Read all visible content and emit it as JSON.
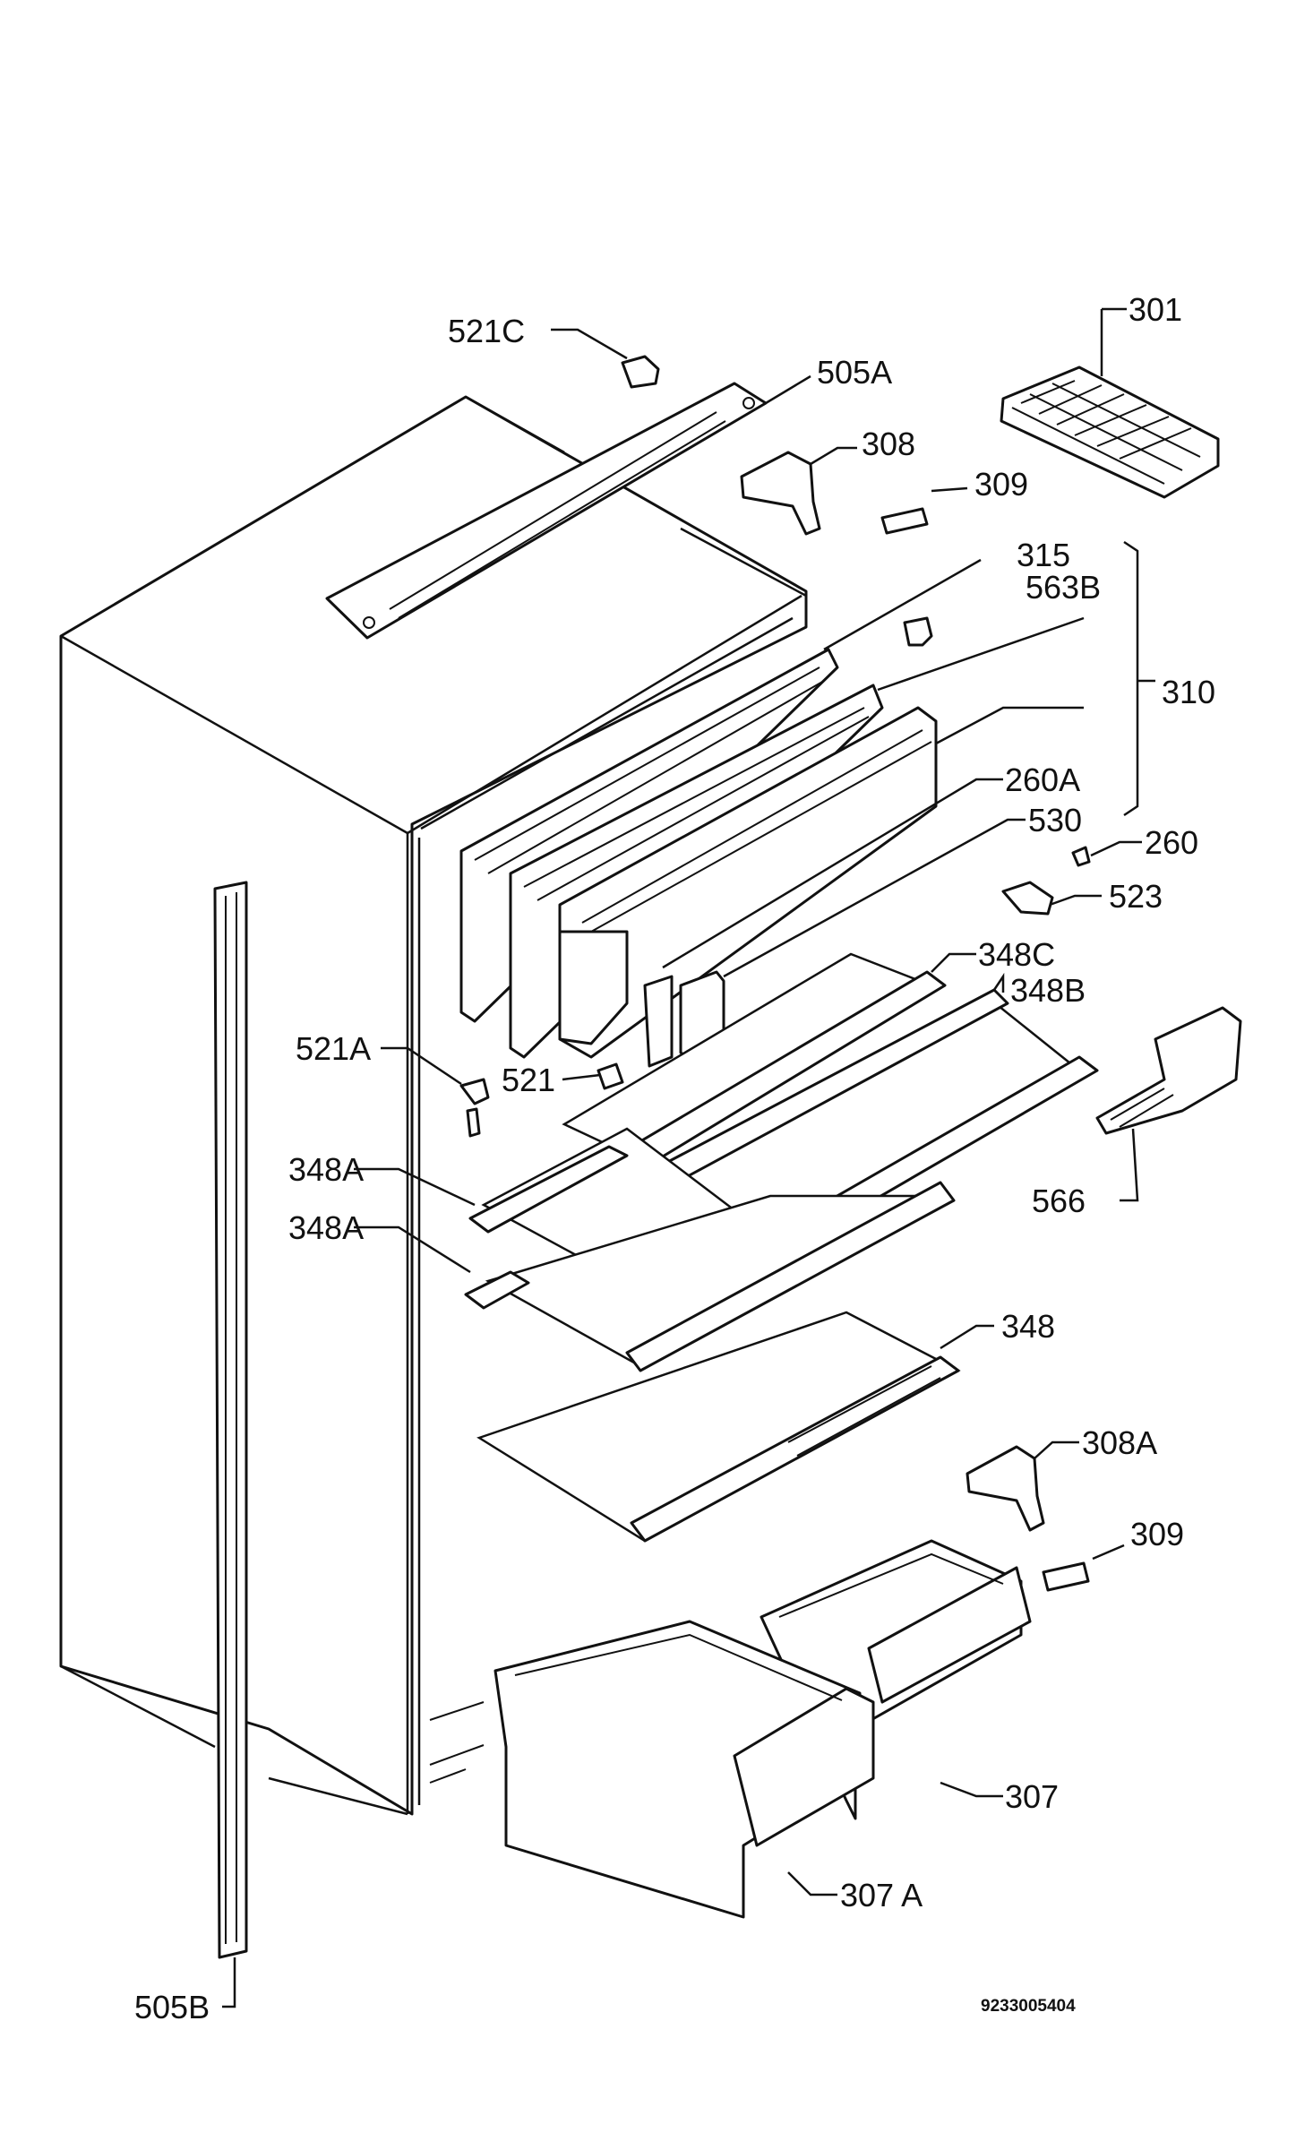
{
  "labels": {
    "l301": "301",
    "l505a": "505A",
    "l521c": "521C",
    "l308": "308",
    "l309_top": "309",
    "l315": "315",
    "l563b": "563B",
    "l310": "310",
    "l260a": "260A",
    "l530": "530",
    "l260": "260",
    "l523": "523",
    "l348c": "348C",
    "l348b": "348B",
    "l521a": "521A",
    "l521": "521",
    "l348a_1": "348A",
    "l348a_2": "348A",
    "l566": "566",
    "l348": "348",
    "l308a": "308A",
    "l309_bottom": "309",
    "l307": "307",
    "l307a": "307 A",
    "l505b": "505B"
  },
  "drawing_code": "9233005404"
}
